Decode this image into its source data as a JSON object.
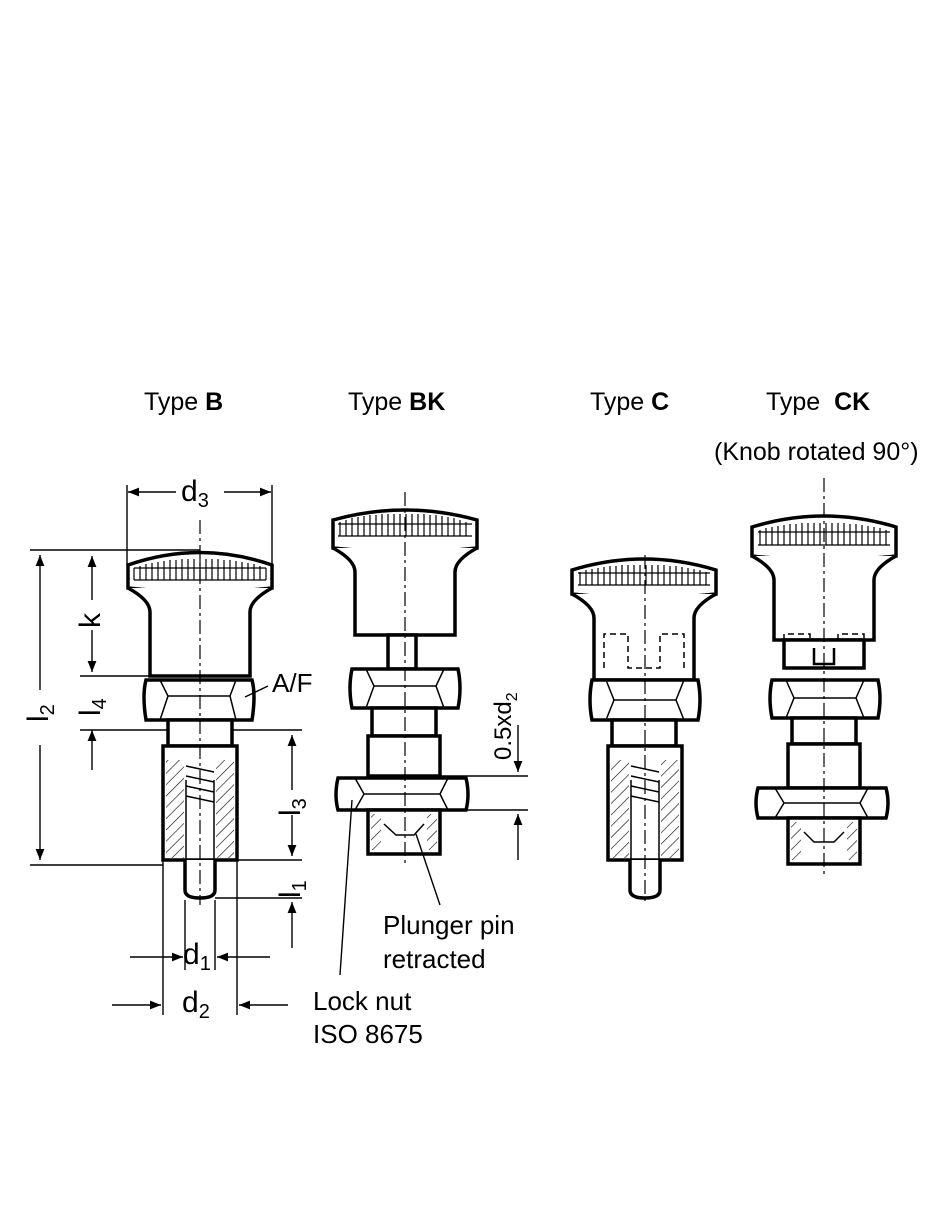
{
  "titles": {
    "type_b_prefix": "Type",
    "type_b_code": "B",
    "type_bk_prefix": "Type",
    "type_bk_code": "BK",
    "type_c_prefix": "Type",
    "type_c_code": "C",
    "type_ck_prefix": "Type",
    "type_ck_code": "CK",
    "type_ck_note": "(Knob rotated 90°)"
  },
  "labels": {
    "af": "A/F",
    "plunger_line1": "Plunger pin",
    "plunger_line2": "retracted",
    "locknut_line1": "Lock nut",
    "locknut_line2": "ISO 8675"
  },
  "dimensions": {
    "d3_main": "d",
    "d3_sub": "3",
    "d1_main": "d",
    "d1_sub": "1",
    "d2_main": "d",
    "d2_sub": "2",
    "k": "k",
    "l2_main": "l",
    "l2_sub": "2",
    "l4_main": "l",
    "l4_sub": "4",
    "l3_main": "l",
    "l3_sub": "3",
    "l1_main": "l",
    "l1_sub": "1",
    "half_d2_main": "0.5xd",
    "half_d2_sub": "2"
  }
}
